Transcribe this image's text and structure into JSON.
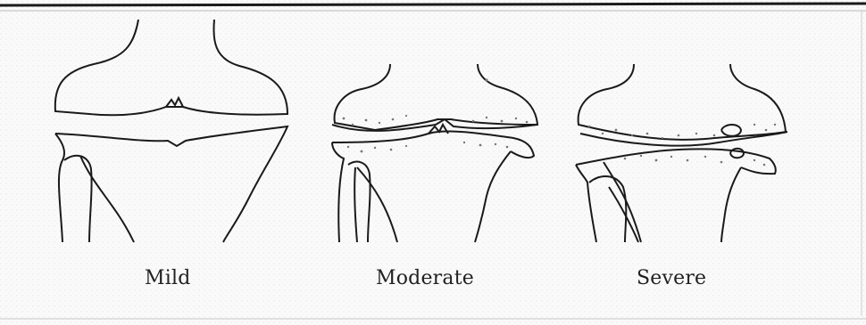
{
  "panels": [
    {
      "id": "mild",
      "label": "Mild"
    },
    {
      "id": "moderate",
      "label": "Moderate"
    },
    {
      "id": "severe",
      "label": "Severe"
    }
  ],
  "colors": {
    "ink": "#1a1a1a",
    "paper": "#fafafa",
    "speckle": "#9a9a9a"
  }
}
